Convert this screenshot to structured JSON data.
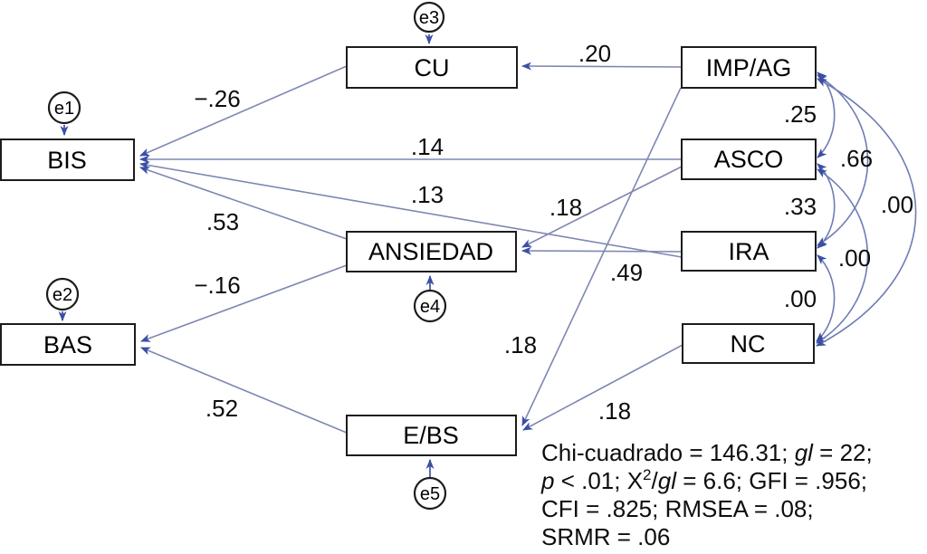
{
  "boxes": {
    "bis": "BIS",
    "bas": "BAS",
    "cu": "CU",
    "ansiedad": "ANSIEDAD",
    "ebs": "E/BS",
    "impag": "IMP/AG",
    "asco": "ASCO",
    "ira": "IRA",
    "nc": "NC"
  },
  "errors": {
    "e1": "e1",
    "e2": "e2",
    "e3": "e3",
    "e4": "e4",
    "e5": "e5"
  },
  "coefficients": {
    "impag_cu": ".20",
    "cu_bis": "−.26",
    "asco_bis": ".14",
    "ira_bis": ".13",
    "ansiedad_bis": ".53",
    "asco_ansiedad": ".18",
    "ira_ansiedad": ".49",
    "ansiedad_bas": "−.16",
    "ebs_bas": ".52",
    "impag_ebs": ".18",
    "nc_ebs": ".18"
  },
  "covariances": {
    "impag_asco": ".25",
    "asco_ira": ".33",
    "ira_nc": ".00",
    "impag_ira": ".66",
    "asco_nc": ".00",
    "impag_nc": ".00"
  },
  "fit": {
    "l1a": "Chi-cuadrado = 146.31; ",
    "l1b": "gl",
    "l1c": " = 22;",
    "l2a": "p",
    "l2b": " < .01; X",
    "l2sup": "2",
    "l2c": "/",
    "l2d": "gl",
    "l2e": " = 6.6; GFI = .956;",
    "l3": "CFI = .825; RMSEA = .08;",
    "l4": "SRMR = .06"
  },
  "colors": {
    "line": "#7e87b2",
    "arrowhead": "#3a4fa4",
    "box_border": "#1c1c1c",
    "text": "#0d0d0d",
    "background": "#ffffff"
  }
}
